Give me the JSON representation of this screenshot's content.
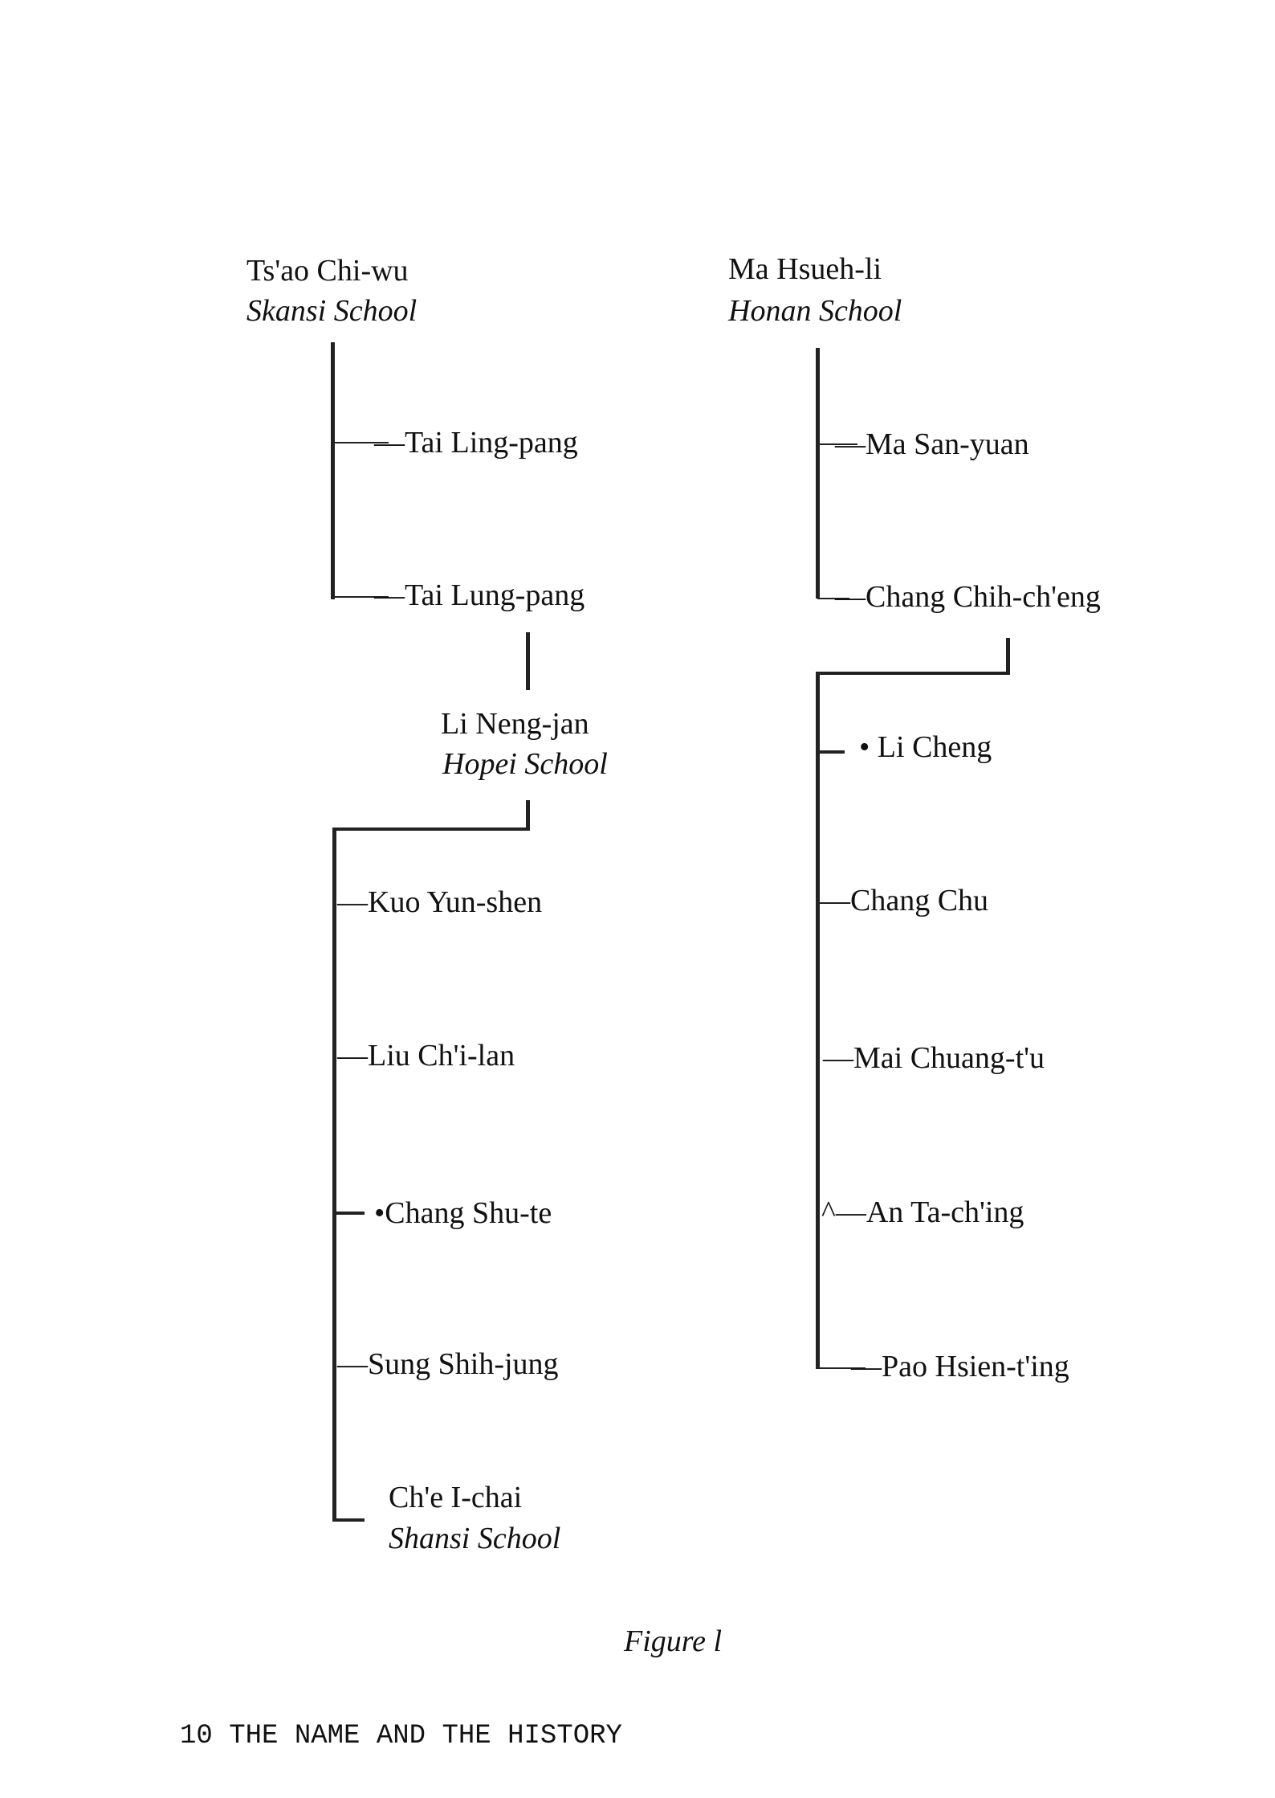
{
  "left_tree": {
    "root": {
      "name": "Ts'ao Chi-wu",
      "school": "Skansi School"
    },
    "children": [
      "—Tai Ling-pang",
      "—Tai Lung-pang"
    ],
    "successor": {
      "name": "Li Neng-jan",
      "school": "Hopei School"
    },
    "students": [
      "—Kuo Yun-shen",
      "—Liu Ch'i-lan",
      "•Chang Shu-te",
      "—Sung Shih-jung"
    ],
    "last": {
      "name": "Ch'e I-chai",
      "school": "Shansi School"
    }
  },
  "right_tree": {
    "root": {
      "name": "Ma Hsueh-li",
      "school": "Honan School"
    },
    "children": [
      "—Ma San-yuan",
      "—Chang Chih-ch'eng"
    ],
    "students": [
      "• Li Cheng",
      "—Chang Chu",
      "—Mai Chuang-t'u",
      "^—An Ta-ch'ing",
      "—Pao Hsien-t'ing"
    ]
  },
  "caption": "Figure l",
  "footer": {
    "page_number": "10",
    "running_head": "THE NAME AND THE HISTORY"
  }
}
